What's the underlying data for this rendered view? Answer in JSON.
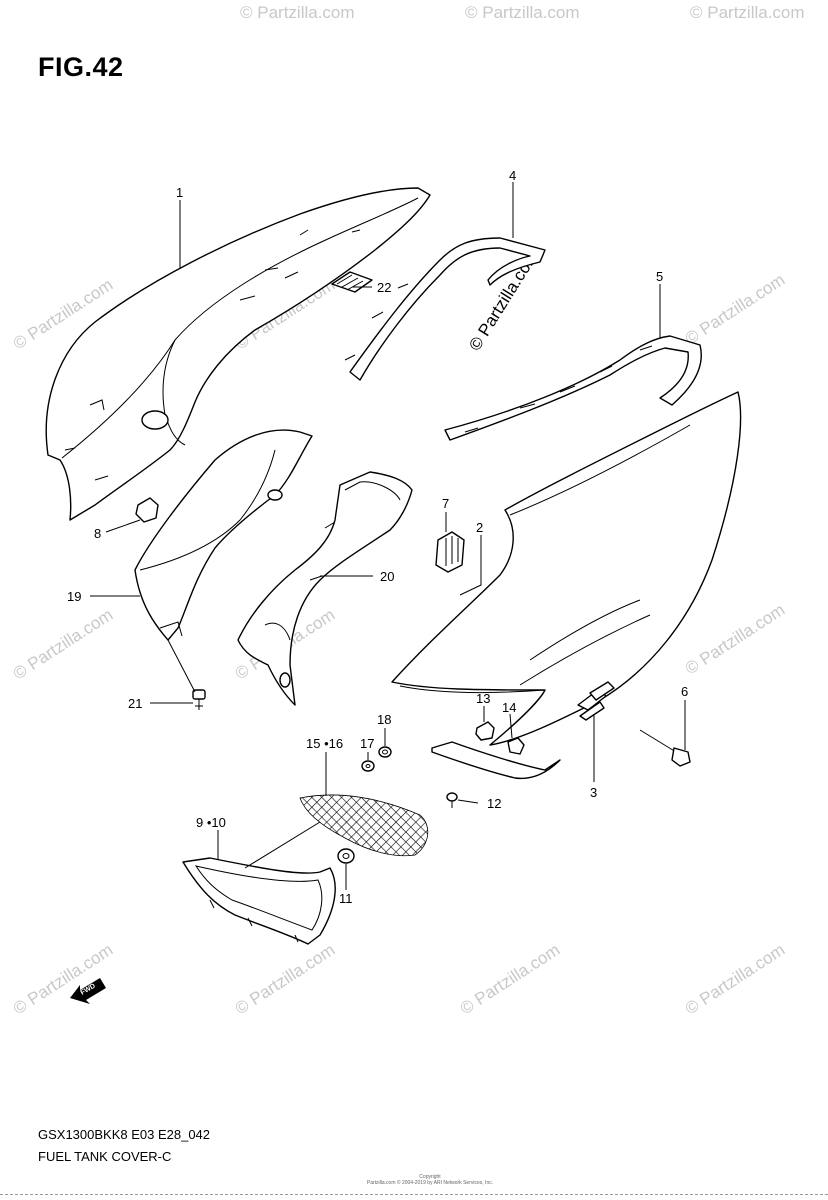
{
  "figure": {
    "title": "FIG.42",
    "code": "GSX1300BKK8 E03 E28_042",
    "name": "FUEL TANK COVER-C"
  },
  "watermark": {
    "text": "© Partzilla.com",
    "copyright_line1": "Copyright",
    "copyright_line2": "Partzilla.com © 2004-2019 by ARI Network Services, Inc."
  },
  "callouts": [
    {
      "id": "1",
      "label": "1"
    },
    {
      "id": "2",
      "label": "2"
    },
    {
      "id": "3",
      "label": "3"
    },
    {
      "id": "4",
      "label": "4"
    },
    {
      "id": "5",
      "label": "5"
    },
    {
      "id": "6",
      "label": "6"
    },
    {
      "id": "7",
      "label": "7"
    },
    {
      "id": "8",
      "label": "8"
    },
    {
      "id": "9-10",
      "label": "9 •10"
    },
    {
      "id": "11",
      "label": "11"
    },
    {
      "id": "12",
      "label": "12"
    },
    {
      "id": "13",
      "label": "13"
    },
    {
      "id": "14",
      "label": "14"
    },
    {
      "id": "15-16",
      "label": "15 •16"
    },
    {
      "id": "17",
      "label": "17"
    },
    {
      "id": "18",
      "label": "18"
    },
    {
      "id": "19",
      "label": "19"
    },
    {
      "id": "20",
      "label": "20"
    },
    {
      "id": "21",
      "label": "21"
    },
    {
      "id": "22",
      "label": "22"
    }
  ],
  "fwd_arrow": {
    "label": "FWD"
  },
  "colors": {
    "line": "#000000",
    "background": "#ffffff",
    "watermark": "#c8c8c8"
  }
}
